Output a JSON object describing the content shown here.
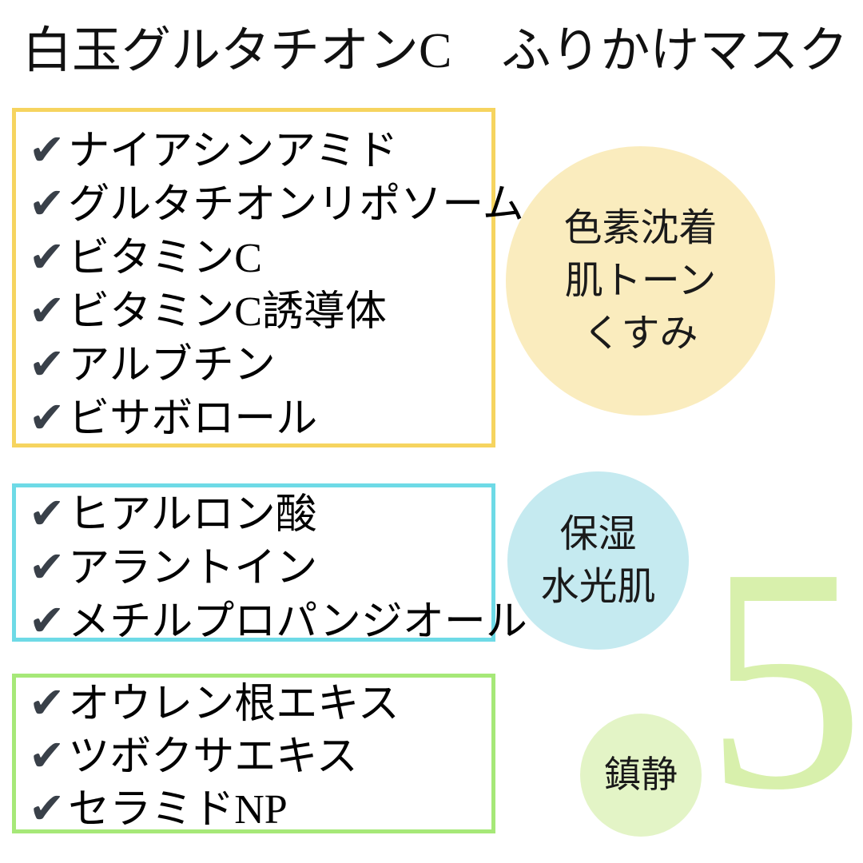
{
  "title": "白玉グルタチオンC　ふりかけマスク",
  "check_icon": "✔",
  "groups": [
    {
      "name": "brightening",
      "border_color": "#F6D45F",
      "items": [
        "ナイアシンアミド",
        "グルタチオンリポソーム",
        "ビタミンC",
        "ビタミンC誘導体",
        "アルブチン",
        "ビサボロール"
      ],
      "circle": {
        "fill": "#FAECBE",
        "lines": [
          "色素沈着",
          "肌トーン",
          "くすみ"
        ]
      }
    },
    {
      "name": "moisturizing",
      "border_color": "#6EDAE6",
      "items": [
        "ヒアルロン酸",
        "アラントイン",
        "メチルプロパンジオール"
      ],
      "circle": {
        "fill": "#C5EAF0",
        "lines": [
          "保湿",
          "水光肌"
        ]
      }
    },
    {
      "name": "soothing",
      "border_color": "#A6E878",
      "items": [
        "オウレン根エキス",
        "ツボクサエキス",
        "セラミドNP"
      ],
      "circle": {
        "fill": "#E3F4C6",
        "lines": [
          "鎮静"
        ]
      }
    }
  ],
  "big_number": {
    "value": "5",
    "color": "#D8F0AC"
  },
  "colors": {
    "background": "#FFFFFF",
    "text": "#111111",
    "checkmark": "#394049"
  }
}
